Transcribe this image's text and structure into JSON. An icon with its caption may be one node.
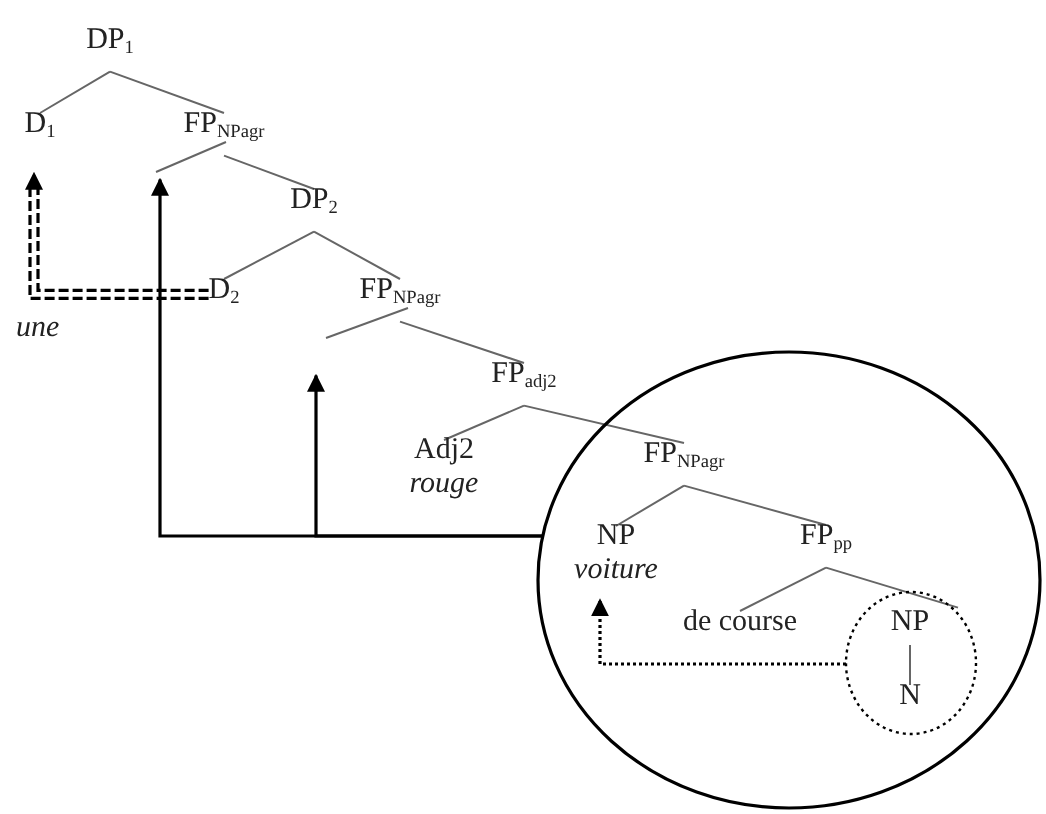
{
  "diagram": {
    "nodes": [
      {
        "text": [
          "DP$_{1}$"
        ]
      },
      {
        "text": [
          "D$_{1}$"
        ]
      },
      {
        "text": [
          "FP$_{NPagr}$"
        ]
      },
      {
        "text": [
          "DP$_{2}$"
        ]
      },
      {
        "text": [
          "D$_{2}$"
        ]
      },
      {
        "text": [
          "FP$_{NPagr}$"
        ]
      },
      {
        "text": [
          "FP$_{adj2}$"
        ]
      },
      {
        "text": [
          "Adj2",
          "rouge"
        ]
      },
      {
        "text": [],
        "shape": "circle"
      },
      {
        "text": [
          "FP$_{NPagr}$"
        ],
        "in": 8
      },
      {
        "text": [
          "NP",
          "voiture"
        ],
        "in": 8
      },
      {
        "text": [
          "FP$_{pp}$"
        ],
        "in": 8
      },
      {
        "text": [
          "de course"
        ],
        "in": 8
      },
      {
        "text": [],
        "shape": "circle",
        "in": 8
      },
      {
        "text": [
          "NP"
        ],
        "in": 13
      },
      {
        "text": [
          "N"
        ],
        "in": 13
      }
    ],
    "edges": [
      {
        "from": 0,
        "to": 1,
        "arrow": "none"
      },
      {
        "from": 0,
        "to": 2,
        "arrow": "none"
      },
      {
        "from": 2,
        "to": 3,
        "arrow": "none"
      },
      {
        "from": 3,
        "to": 4,
        "arrow": "none"
      },
      {
        "from": 3,
        "to": 5,
        "arrow": "none"
      },
      {
        "from": 5,
        "to": 6,
        "arrow": "none"
      },
      {
        "from": 6,
        "to": 7,
        "arrow": "none"
      },
      {
        "from": 6,
        "to": 9,
        "arrow": "none"
      },
      {
        "from": 9,
        "to": 10,
        "arrow": "none"
      },
      {
        "from": 9,
        "to": 11,
        "arrow": "none"
      },
      {
        "from": 11,
        "to": 12,
        "arrow": "none"
      },
      {
        "from": 11,
        "to": 13,
        "arrow": "none"
      },
      {
        "from": 14,
        "to": 15,
        "arrow": "none"
      },
      {
        "from": 4,
        "to": 1,
        "arrow": "to",
        "style": "dashed",
        "color": "#000000"
      },
      {
        "from": 8,
        "to": 2,
        "arrow": "to",
        "color": "#000000"
      },
      {
        "from": 8,
        "to": 5,
        "arrow": "to",
        "color": "#000000"
      },
      {
        "from": 13,
        "to": 10,
        "arrow": "to",
        "style": "dashed",
        "color": "#000000"
      }
    ],
    "labels": [
      "une"
    ]
  }
}
